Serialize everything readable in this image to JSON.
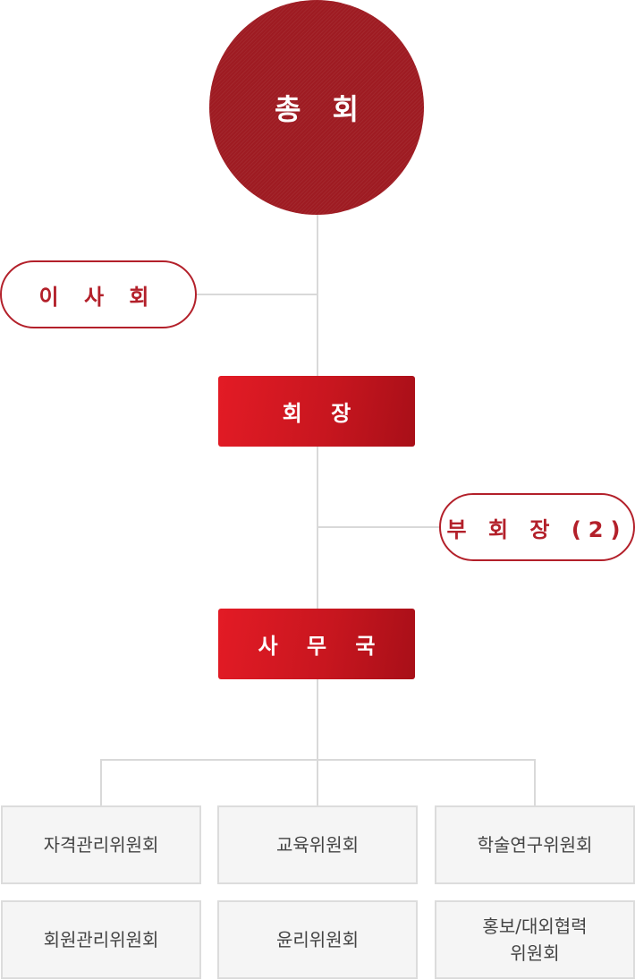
{
  "top": {
    "label": "총 회"
  },
  "board": {
    "label": "이 사 회"
  },
  "president": {
    "label": "회 장"
  },
  "vice_president": {
    "label": "부 회 장 (2)"
  },
  "secretariat": {
    "label": "사 무 국"
  },
  "committees": [
    "자격관리위원회",
    "교육위원회",
    "학술연구위원회",
    "회원관리위원회",
    "윤리위원회",
    "홍보/대외협력\n위원회"
  ],
  "colors": {
    "primary": "#b3202a",
    "circle": "#9e1b22",
    "line": "#d9d9d9",
    "box_bg": "#f5f5f5"
  }
}
